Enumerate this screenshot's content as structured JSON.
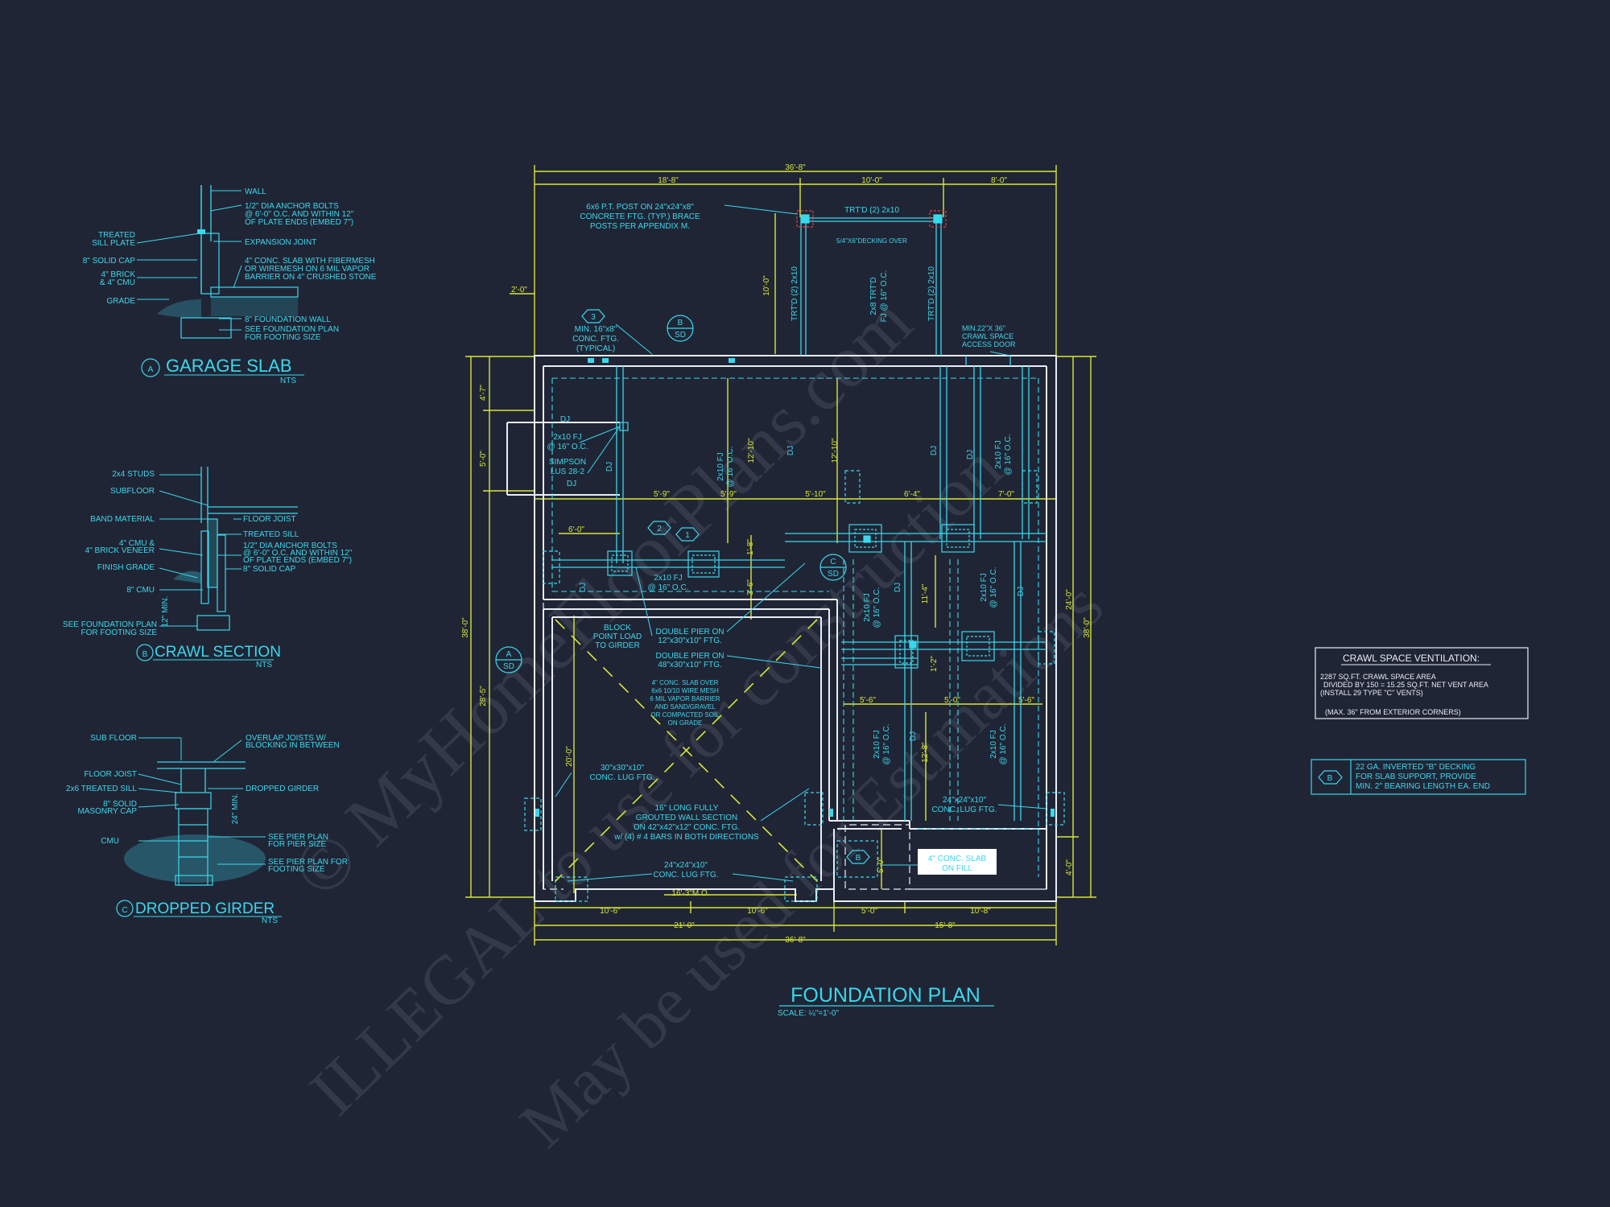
{
  "drawing": {
    "title": "FOUNDATION PLAN",
    "scale": "SCALE: ¼\"=1'-0\"",
    "colors": {
      "background": "#202535",
      "cyan": "#3ad8ec",
      "yellow": "#d8e637",
      "white": "#e9edf5"
    }
  },
  "watermark": {
    "line1": "© MyHomeFloorPlans.com",
    "line2": "ILLEGAL to use for construction",
    "line3": "May be used for Estimations"
  },
  "details": {
    "garage_slab": {
      "title": "GARAGE SLAB",
      "marker": "A",
      "nts": "NTS",
      "labels": [
        "WALL",
        "1/2\" DIA ANCHOR BOLTS",
        "@ 6'-0\" O.C. AND WITHIN 12\"",
        "OF PLATE ENDS (EMBED 7\")",
        "EXPANSION JOINT",
        "4\" CONC. SLAB WITH FIBERMESH",
        "OR WIREMESH ON 6 MIL VAPOR",
        "BARRIER ON 4\" CRUSHED STONE",
        "8\" FOUNDATION WALL",
        "SEE FOUNDATION PLAN",
        "FOR FOOTING SIZE",
        "TREATED",
        "SILL PLATE",
        "8\" SOLID CAP",
        "4\" BRICK",
        "& 4\" CMU",
        "GRADE"
      ]
    },
    "crawl_section": {
      "title": "CRAWL SECTION",
      "marker": "B",
      "nts": "NTS",
      "labels": [
        "2x4 STUDS",
        "SUBFLOOR",
        "BAND MATERIAL",
        "FLOOR JOIST",
        "TREATED SILL",
        "1/2\" DIA ANCHOR BOLTS",
        "@ 6'-0\" O.C. AND WITHIN 12\"",
        "OF PLATE ENDS (EMBED 7\")",
        "8\" SOLID CAP",
        "4\" CMU &",
        "4\" BRICK VENEER",
        "FINISH GRADE",
        "8\" CMU",
        "SEE FOUNDATION PLAN",
        "FOR FOOTING SIZE",
        "12\" MIN."
      ]
    },
    "dropped_girder": {
      "title": "DROPPED GIRDER",
      "marker": "C",
      "nts": "NTS",
      "labels": [
        "SUB FLOOR",
        "OVERLAP JOISTS W/",
        "BLOCKING IN BETWEEN",
        "FLOOR JOIST",
        "DROPPED GIRDER",
        "2x6 TREATED SILL",
        "8\" SOLID",
        "MASONRY CAP",
        "CMU",
        "SEE PIER PLAN",
        "FOR PIER SIZE",
        "SEE PIER PLAN FOR",
        "FOOTING SIZE",
        "24\" MIN."
      ]
    }
  },
  "plan": {
    "dims_top": [
      "36'-8\"",
      "18'-8\"",
      "10'-0\"",
      "8'-0\""
    ],
    "dims_bottom_1": [
      "10'-6\"",
      "10'-6\"",
      "5'-0\"",
      "10'-8\""
    ],
    "dims_bottom_2": [
      "21'-0\"",
      "15'-8\""
    ],
    "dims_bottom_3": "36'-8\"",
    "dims_left_1": [
      "4'-7\"",
      "5'-0\"",
      "28'-5\""
    ],
    "dims_left_2": "38'-0\"",
    "dims_right_1": [
      "24'-0\"",
      "4'-0\""
    ],
    "dims_right_2": "38'-0\"",
    "deck_dims": [
      "10'-0\"",
      "2'-0\""
    ],
    "interior_dims": [
      "5'-9\"",
      "5'-9\"",
      "5'-10\"",
      "6'-4\"",
      "7'-0\"",
      "6'-0\"",
      "5'-6\"",
      "5'-0\"",
      "5'-6\"",
      "12'-10\"",
      "12'-10\"",
      "20'-0\"",
      "12'-8\"",
      "11'-4\"",
      "1'-8\"",
      "3'-6\"",
      "1'-2\"",
      "5'-0\"",
      "16'-3\"M.O."
    ],
    "notes": [
      "6x6 P.T. POST ON 24\"x24\"x8\"",
      "CONCRETE FTG. (TYP.) BRACE",
      "POSTS PER APPENDIX M.",
      "TRT'D (2) 2x10",
      "5/4\"X6\"DECKING OVER",
      "MIN. 16\"x8\"",
      "CONC. FTG.",
      "(TYPICAL)",
      "MIN.22\"X 36\"",
      "CRAWL SPACE",
      "ACCESS DOOR",
      "2x10 FJ",
      "@ 16\" O.C.",
      "SIMPSON",
      "LUS 28-2",
      "DJ",
      "2x8 TRT'D",
      "FJ @ 16\" O.C.",
      "BLOCK",
      "POINT LOAD",
      "TO GIRDER",
      "DOUBLE PIER ON",
      "12\"x30\"x10\" FTG.",
      "DOUBLE PIER ON",
      "48\"x30\"x10\" FTG.",
      "4\" CONC. SLAB OVER",
      "6x6 10/10 WIRE MESH",
      "6 MIL VAPOR BARRIER",
      "AND SAND/GRAVEL",
      "OR COMPACTED SOIL",
      "ON GRADE",
      "30\"x30\"x10\"",
      "CONC. LUG FTG.",
      "16\" LONG FULLY",
      "GROUTED WALL SECTION",
      "ON 42\"x42\"x12\" CONC. FTG.",
      "w/ (4) # 4 BARS IN BOTH DIRECTIONS",
      "24\"x24\"x10\"",
      "CONC. LUG FTG.",
      "24\"x24\"x10\"",
      "CONC. LUG FTG.",
      "4\" CONC. SLAB",
      "ON FILL"
    ],
    "tags": [
      "3",
      "2",
      "1",
      "B",
      "SD",
      "C",
      "SD",
      "A",
      "SD",
      "B"
    ]
  },
  "ventilation": {
    "title": "CRAWL SPACE VENTILATION:",
    "lines": [
      "2287 SQ.FT. CRAWL SPACE AREA",
      "DIVIDED BY 150 = 15.25 SQ.FT. NET VENT AREA",
      "(INSTALL 29 TYPE \"C\" VENTS)",
      "(MAX. 36\" FROM EXTERIOR CORNERS)"
    ]
  },
  "decking_note": {
    "tag": "B",
    "lines": [
      "22 GA. INVERTED \"B\" DECKING",
      "FOR SLAB SUPPORT, PROVIDE",
      "MIN. 2\" BEARING LENGTH EA. END"
    ]
  }
}
